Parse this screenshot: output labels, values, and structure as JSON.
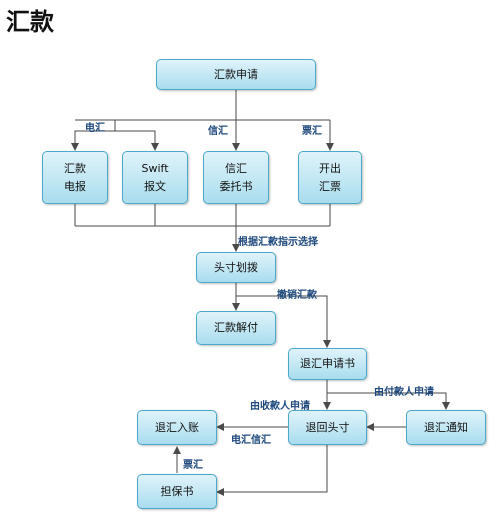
{
  "title": "汇款",
  "boxes": {
    "apply": "汇款申请",
    "telegram": "汇款\n电报",
    "swift": "Swift\n报文",
    "letter": "信汇\n委托书",
    "draft": "开出\n汇票",
    "head": "头寸划拨",
    "release": "汇款解付",
    "refund_app": "退汇申请书",
    "return_head": "退回头寸",
    "notice": "退汇通知",
    "account": "退汇入账",
    "guarantee": "担保书"
  },
  "labels": {
    "tt": "电汇",
    "mt": "信汇",
    "dd": "票汇",
    "choose": "根据汇款指示选择",
    "cancel": "撤销汇款",
    "by_payer": "由付款人申请",
    "by_payee": "由收款人申请",
    "tt_mt": "电汇信汇",
    "dd2": "票汇"
  }
}
